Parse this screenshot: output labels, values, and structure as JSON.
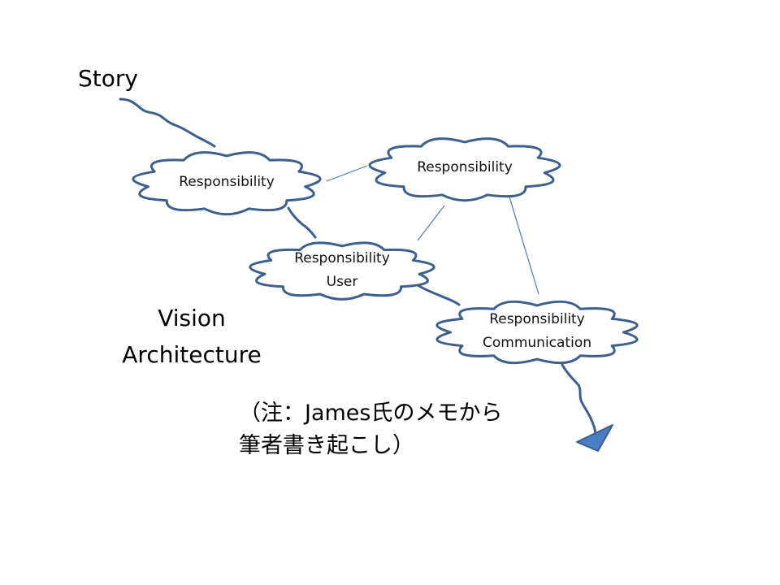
{
  "story_label": "Story",
  "clouds": [
    {
      "lines": [
        "Responsibility"
      ]
    },
    {
      "lines": [
        "Responsibility"
      ]
    },
    {
      "lines": [
        "Responsibility",
        "User"
      ]
    },
    {
      "lines": [
        "Responsibility",
        "Communication"
      ]
    }
  ],
  "side_labels": [
    "Vision",
    "Architecture"
  ],
  "note": {
    "line1": "（注：James氏のメモから",
    "line2": "筆者書き起こし）"
  },
  "colors": {
    "outline": "#3c5f8c",
    "link": "#4f7ab8",
    "arrow_fill": "#4a7dc4"
  }
}
